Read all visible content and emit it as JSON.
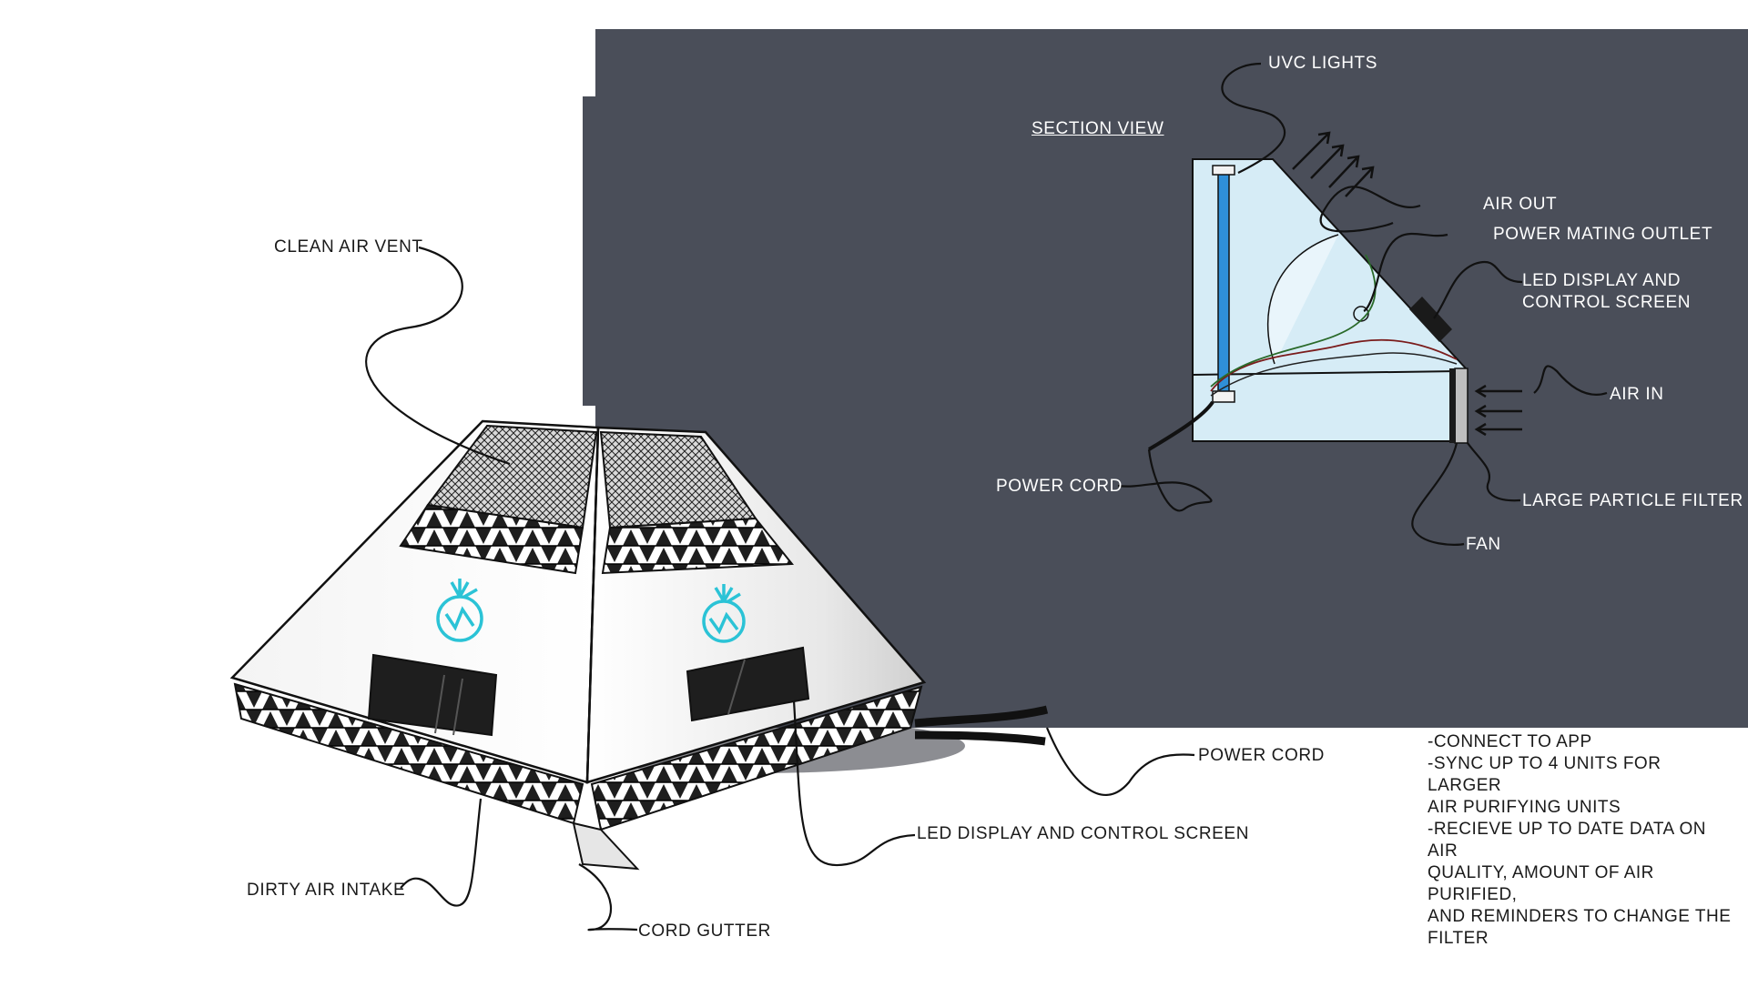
{
  "colors": {
    "panel": "#4a4e59",
    "logo": "#2bc3d6",
    "housing": "#f2f2f2",
    "inner_housing": "#d6ecf6",
    "filter": "#bfbfbf",
    "uv_tube": "#2f8fd8"
  },
  "icons": {
    "logo": "pineapple-logo-icon",
    "arrows_out": "air-out-arrows-icon",
    "arrows_in": "air-in-arrows-icon"
  },
  "section": {
    "title": "SECTION VIEW",
    "labels": {
      "uvc_lights": "UVC LIGHTS",
      "air_out": "AIR OUT",
      "power_mating_outlet": "POWER MATING OUTLET",
      "led_display_line1": "LED DISPLAY AND",
      "led_display_line2": "CONTROL SCREEN",
      "air_in": "AIR IN",
      "power_cord": "POWER CORD",
      "large_particle_filter": "LARGE PARTICLE FILTER",
      "fan": "FAN"
    }
  },
  "device": {
    "labels": {
      "clean_air_vent": "CLEAN AIR VENT",
      "power_cord": "POWER CORD",
      "led_display": "LED DISPLAY AND CONTROL SCREEN",
      "dirty_air_intake": "DIRTY AIR INTAKE",
      "cord_gutter": "CORD GUTTER"
    }
  },
  "notes": [
    "-CONNECT TO APP",
    "-SYNC UP TO 4 UNITS FOR LARGER",
    "AIR PURIFYING UNITS",
    "-RECIEVE UP TO DATE DATA ON AIR",
    "QUALITY, AMOUNT OF AIR PURIFIED,",
    "AND REMINDERS TO CHANGE THE",
    "FILTER"
  ]
}
